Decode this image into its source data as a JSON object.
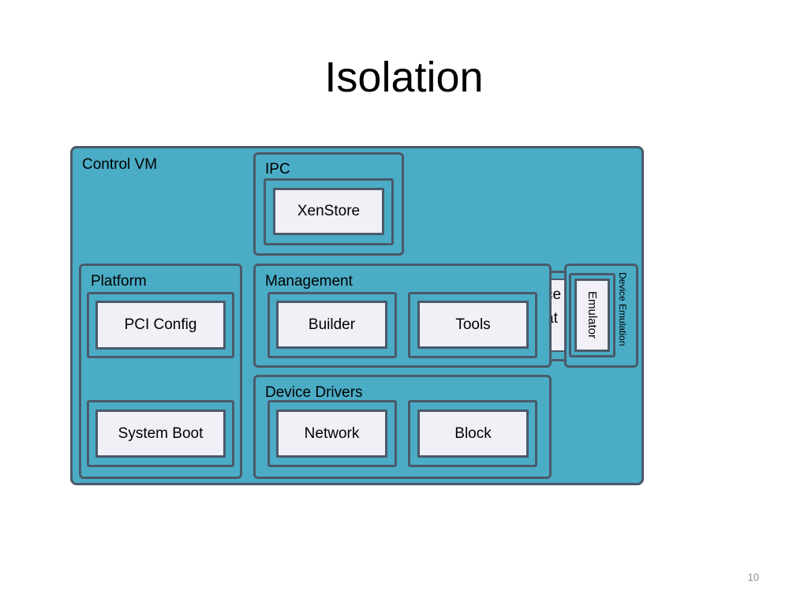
{
  "slide": {
    "title": "Isolation",
    "page_number": "10"
  },
  "diagram": {
    "control_vm": {
      "label": "Control VM"
    },
    "ipc": {
      "label": "IPC",
      "items": [
        "XenStore"
      ]
    },
    "platform": {
      "label": "Platform",
      "items": [
        "PCI Config",
        "System Boot"
      ]
    },
    "management": {
      "label": "Management",
      "items": [
        "Builder",
        "Tools"
      ]
    },
    "device_drivers": {
      "label": "Device Drivers",
      "items": [
        "Network",
        "Block"
      ]
    },
    "device_emulation": {
      "label": "Device Emulation",
      "items": [
        "Emulator"
      ],
      "hidden_fragments": [
        "ce",
        "at"
      ]
    }
  },
  "colors": {
    "container_fill": "#4bacc6",
    "border": "#4a5a6a",
    "leaf_fill": "#f0f0f6"
  }
}
